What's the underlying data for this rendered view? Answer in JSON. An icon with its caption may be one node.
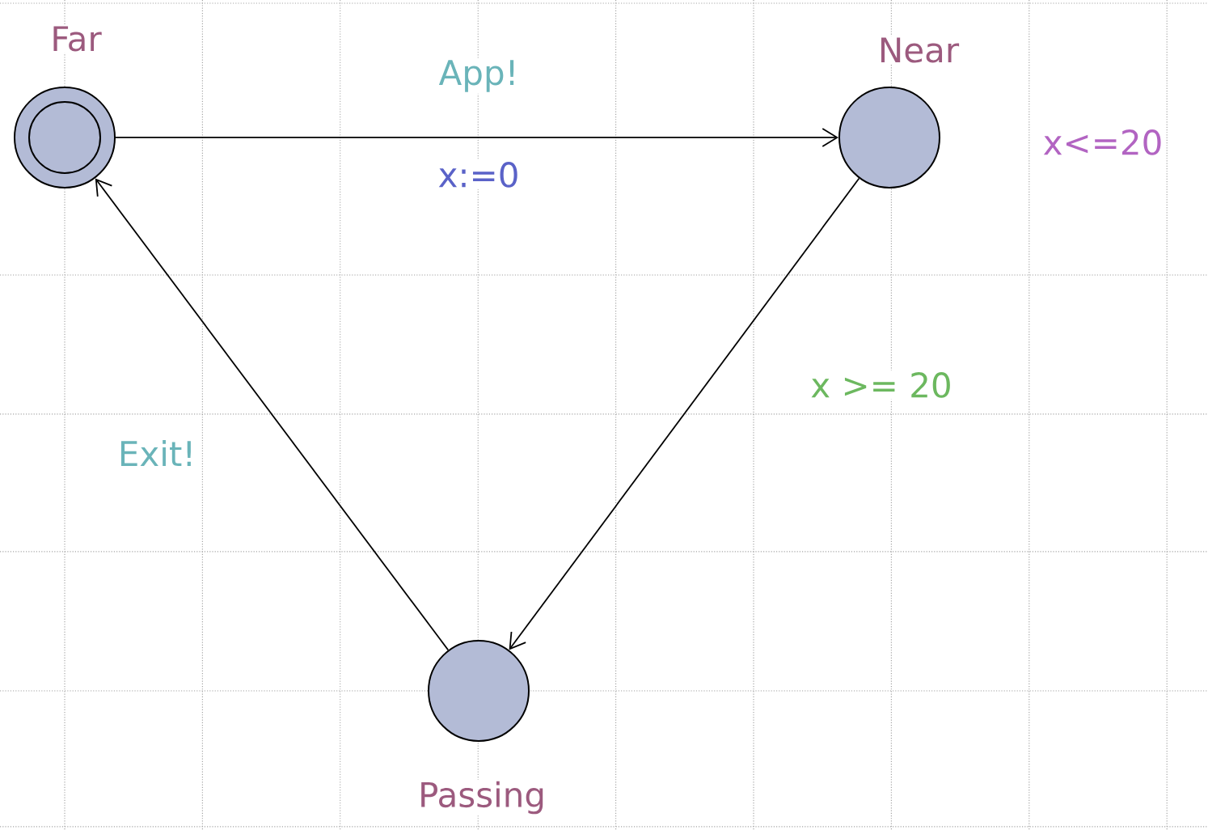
{
  "diagram": {
    "nodes": [
      {
        "text": [
          "Far"
        ]
      },
      {
        "text": [
          "Near"
        ],
        "beside": [
          "x<=20"
        ]
      },
      {
        "text": [
          "Passing"
        ]
      }
    ],
    "edges": [
      {
        "from": 0,
        "to": 1,
        "arrow": "to",
        "label": "App!"
      },
      {
        "from": 1,
        "to": 2,
        "arrow": "to",
        "label": "x >= 20"
      },
      {
        "from": 2,
        "to": 0,
        "arrow": "to",
        "label": "Exit!"
      }
    ],
    "labels": [
      "x:=0"
    ]
  }
}
